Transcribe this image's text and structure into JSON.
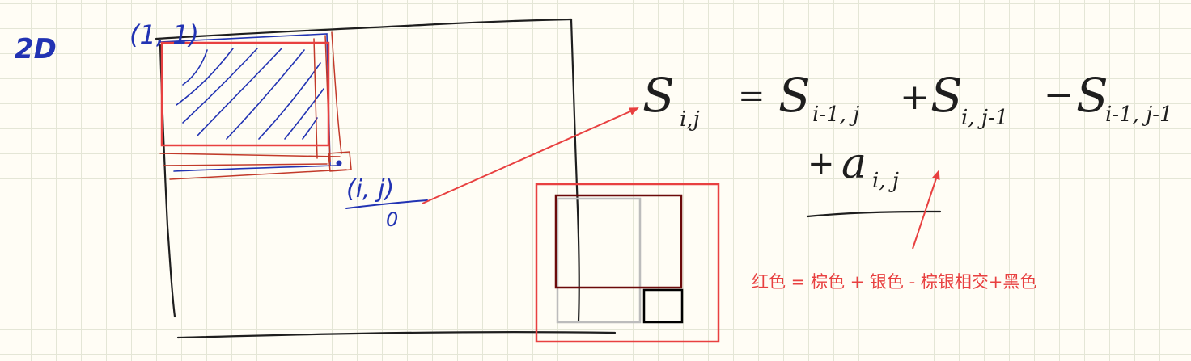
{
  "labels": {
    "dim_label": "2D",
    "top_left_index": "(1, 1)",
    "cell_index": "(i, j)",
    "cell_sub": "0"
  },
  "formula": {
    "lhs": "S",
    "lhs_sub": "i,j",
    "eq": "=",
    "t1": "S",
    "t1_sub": "i-1, j",
    "plus1": "+",
    "t2": "S",
    "t2_sub": "i, j-1",
    "minus": "−",
    "t3": "S",
    "t3_sub": "i-1, j-1",
    "plus2": "+",
    "t4": "a",
    "t4_sub": "i, j"
  },
  "annotation": "红色 = 棕色 + 银色 - 棕银相交+黑色",
  "colors": {
    "grid_line": "#e4e6d6",
    "ink_black": "#1e1e1e",
    "ink_blue": "#2233b3",
    "red": "#e84040",
    "brown": "#6b0a0a",
    "silver": "#bcbcbc",
    "black": "#000000"
  }
}
